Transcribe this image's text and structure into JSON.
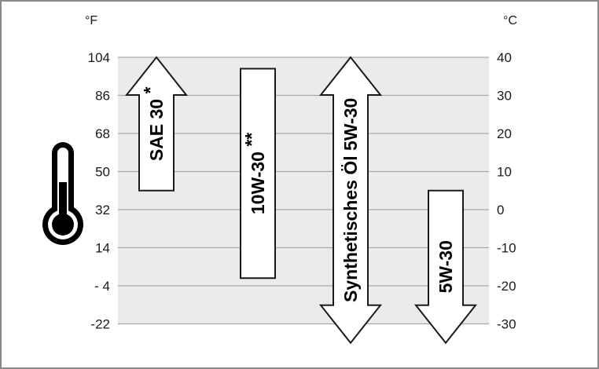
{
  "units": {
    "left": "°F",
    "right": "°C"
  },
  "fahrenheit_ticks": [
    "104",
    "86",
    "68",
    "50",
    "32",
    "14",
    "- 4",
    "-22"
  ],
  "celsius_ticks": [
    "40",
    "30",
    "20",
    "10",
    "0",
    "-10",
    "-20",
    "-30"
  ],
  "oils": [
    {
      "label": "SAE 30",
      "mark": "*",
      "range_c": [
        5,
        40
      ],
      "open_top": true,
      "open_bottom": false
    },
    {
      "label": "10W-30",
      "mark": "**",
      "range_c": [
        -18,
        37
      ],
      "open_top": false,
      "open_bottom": false
    },
    {
      "label": "Synthetisches Öl 5W-30",
      "mark": "",
      "range_c": [
        -35,
        40
      ],
      "open_top": true,
      "open_bottom": true
    },
    {
      "label": "5W-30",
      "mark": "",
      "range_c": [
        -35,
        5
      ],
      "open_top": false,
      "open_bottom": true
    }
  ],
  "icons": {
    "thermometer": "thermometer-icon"
  },
  "colors": {
    "band": "#ebebeb",
    "grid": "#a9a9a9",
    "border": "#8a8a8a",
    "arrow_fill": "#ffffff",
    "arrow_stroke": "#1a1a1a"
  }
}
